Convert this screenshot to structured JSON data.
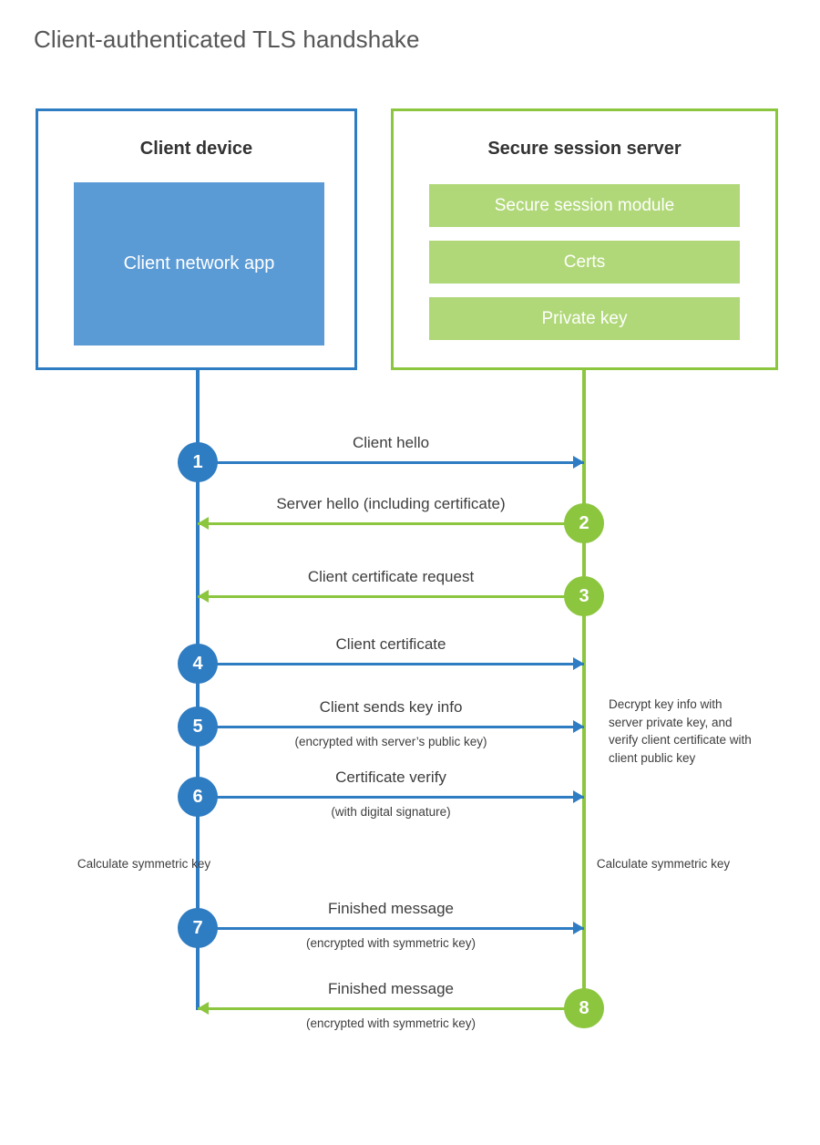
{
  "title": "Client-authenticated TLS handshake",
  "colors": {
    "client_accent": "#2e7cc2",
    "client_fill": "#5b9bd5",
    "server_accent": "#8cc63f",
    "server_fill": "#b0d878",
    "text": "#3d3d3d",
    "title_text": "#565656"
  },
  "client": {
    "title": "Client device",
    "app_label": "Client network app"
  },
  "server": {
    "title": "Secure session server",
    "modules": [
      "Secure session module",
      "Certs",
      "Private key"
    ]
  },
  "steps": [
    {
      "number": "1",
      "label": "Client hello",
      "sublabel": "",
      "direction": "client-to-server",
      "color": "blue"
    },
    {
      "number": "2",
      "label": "Server hello (including certificate)",
      "sublabel": "",
      "direction": "server-to-client",
      "color": "green"
    },
    {
      "number": "3",
      "label": "Client certificate request",
      "sublabel": "",
      "direction": "server-to-client",
      "color": "green"
    },
    {
      "number": "4",
      "label": "Client certificate",
      "sublabel": "",
      "direction": "client-to-server",
      "color": "blue"
    },
    {
      "number": "5",
      "label": "Client sends key info",
      "sublabel": "(encrypted with server’s public key)",
      "direction": "client-to-server",
      "color": "blue"
    },
    {
      "number": "6",
      "label": "Certificate verify",
      "sublabel": "(with digital signature)",
      "direction": "client-to-server",
      "color": "blue"
    },
    {
      "number": "7",
      "label": "Finished message",
      "sublabel": "(encrypted with symmetric key)",
      "direction": "client-to-server",
      "color": "blue"
    },
    {
      "number": "8",
      "label": "Finished message",
      "sublabel": "(encrypted with symmetric key)",
      "direction": "server-to-client",
      "color": "green"
    }
  ],
  "annotations": {
    "server_decrypt_note": "Decrypt key info with server private key, and verify client certificate with client public key",
    "client_calculate_note": "Calculate symmetric key",
    "server_calculate_note": "Calculate symmetric key"
  }
}
